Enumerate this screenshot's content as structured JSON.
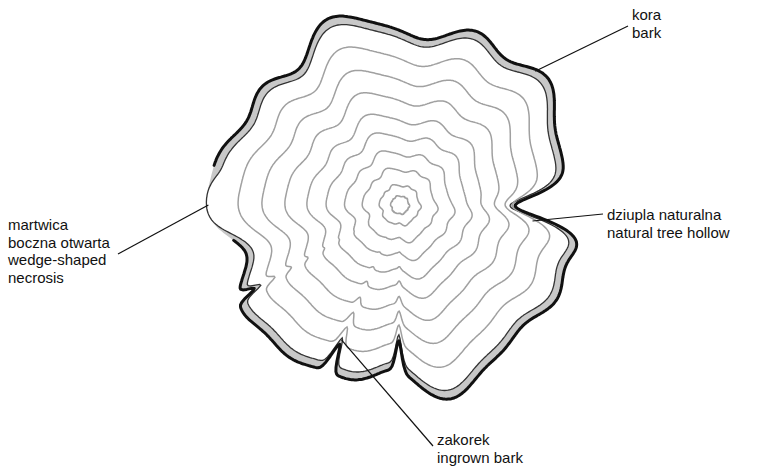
{
  "diagram": {
    "labels": [
      "kora",
      "bark",
      "martwica boczna otwarta",
      "wedge-shaped necrosis",
      "dziupla naturalna",
      "natural tree hollow",
      "zakorek",
      "ingrown bark"
    ]
  }
}
